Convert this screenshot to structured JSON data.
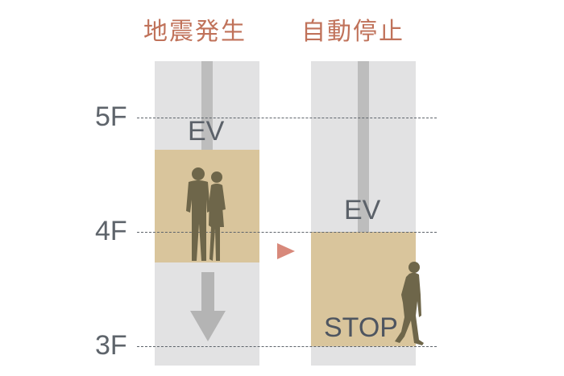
{
  "headings": {
    "left": "地震発生",
    "right": "自動停止"
  },
  "floors": {
    "f5": "5F",
    "f4": "4F",
    "f3": "3F"
  },
  "elevator": {
    "label_left": "EV",
    "label_right": "EV",
    "stop_label": "STOP"
  },
  "colors": {
    "heading": "#c0725a",
    "floor_text": "#5e646b",
    "shaft": "#e2e2e3",
    "cable": "#bdbdbd",
    "car": "#d9c59c",
    "silhouette": "#6e664a",
    "arrow": "#d8897b",
    "down_arrow": "#b4b4b4"
  },
  "icons": {
    "people": "couple-silhouette-icon",
    "walker": "walking-person-icon",
    "transition": "play-triangle-icon",
    "down": "down-arrow-icon"
  }
}
